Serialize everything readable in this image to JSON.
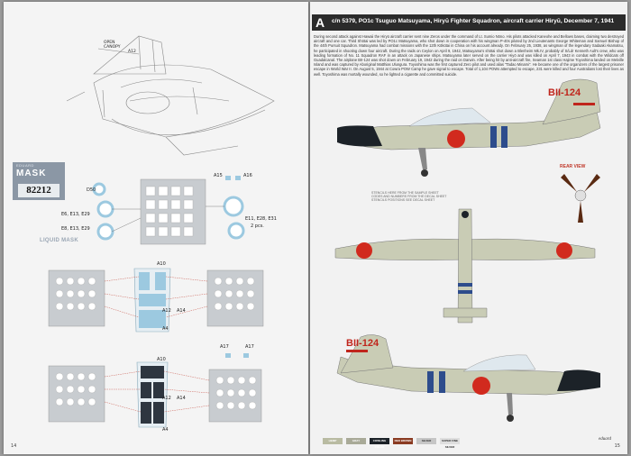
{
  "left_page": {
    "open_canopy_label": "OPEN\nCANOPY",
    "part_a12s": "A12",
    "mask_badge": {
      "line1": "EDUARD",
      "line2": "MASK",
      "number": "82212"
    },
    "liquid_mask": "LIQUID MASK",
    "parts": {
      "a15": "A15",
      "a16": "A16",
      "d50": "D50",
      "e6": "E6, E13, E29",
      "e8": "E8, E13, E29",
      "e11": "E11, E28, E31",
      "pcs": "2 pcs.",
      "a10a": "A10",
      "a12a": "A12",
      "a14a": "A14",
      "a4a": "A4",
      "a17a": "A17",
      "a17b": "A17",
      "a10b": "A10",
      "a12b": "A12",
      "a14b": "A14",
      "a4b": "A4"
    },
    "page_number": "14"
  },
  "right_page": {
    "profile_letter": "A",
    "title": "c/n 5379, PO1c Tsuguo Matsuyama, Hiryū Fighter Squadron, aircraft carrier Hiryū, December 7, 1941",
    "body": "During second attack against Hawaii the Hiryū aircraft carrier sent nine Zeros under the command of Lt. Sumio Nōno. His pilots attacked Kaneohe and Bellows bases, claiming two destroyed aircraft and one car. Third Shōtai was led by PO1c Matsuyama, who shot down in cooperation with his wingman P-40s piloted by 2nd Lieutenants George Whiteman and Samuel Bishop of the 44th Pursuit Squadron. Matsuyama had combat missions with the 12th Kōkūtai in China on his account already. On February 25, 1938, as wingman of the legendary Sadaaki Akamatsu, he participated in shooting down four aircraft. During the raids on Ceylon on April 9, 1942, Matsuyama's shōtai shot down a Blenheim Mk.IV, probably of S/Ldr Kenneth Ault's crew, who was leading formation of No. 11 Squadron RAF in an attack on Japanese ships. Matsuyama later served on the carrier Hiyō and was killed on April 7, 1943 in combat with the Wildcats off Guadalcanal. The airplane BII-124 was shot down on February 19, 1942 during the raid on Darwin. After being hit by anti-aircraft fire, Seaman 1st class Hajime Toyoshima landed on Melville Island and was captured by Aboriginal Matthias Ulungura. Toyoshima was the first captured Zero pilot and used alias \"Tadao Minami\". He became one of the organizers of the largest prisoner escape in World War II. On August 5, 1944 at Cowra POW Camp he gave signal to escape. Total of 1,104 POWs attempted to escape, 231 were killed and four Australians lost their lives as well. Toyoshima was mortally wounded, so he lighted a cigarette and committed suicide.",
    "tail_code": "BII-124",
    "rear_view": "REAR VIEW",
    "stencil_note": "STENCILS HERE FROM THE SAMPLE SHEET\nCODES AND NUMBERS FROM THE DECAL SHEET\nSTENCILS POSITIONS SEE DECAL SHEET",
    "legend": [
      {
        "label": "HEMP",
        "color": "#b9bba2"
      },
      {
        "label": "GRAY",
        "color": "#a9aa98"
      },
      {
        "label": "COWLING COLOR",
        "color": "#1c2228"
      },
      {
        "label": "RED BROWN",
        "color": "#8a3b22"
      },
      {
        "label": "SILVER",
        "color": "#c6c6c6"
      },
      {
        "label": "SUPER FINE SILVER",
        "color": "#dedede"
      }
    ],
    "logo": "eduard",
    "page_number": "15"
  }
}
